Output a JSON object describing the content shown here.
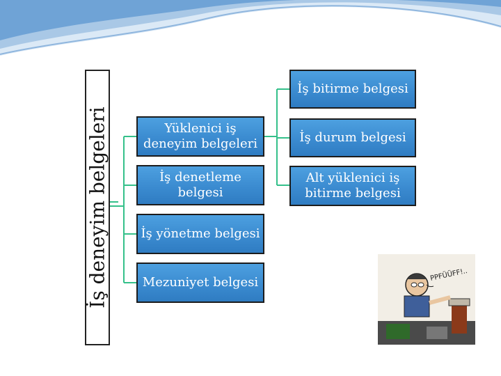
{
  "root": {
    "label": "İş deneyim belgeleri"
  },
  "level1": [
    {
      "label": "Yüklenici iş deneyim belgeleri"
    },
    {
      "label": "İş denetleme belgesi"
    },
    {
      "label": "İş yönetme belgesi"
    },
    {
      "label": "Mezuniyet belgesi"
    }
  ],
  "level2": [
    {
      "label": "İş bitirme belgesi"
    },
    {
      "label": "İş durum belgesi"
    },
    {
      "label": "Alt yüklenici iş bitirme belgesi"
    }
  ],
  "cartoon": {
    "speech": "PPFÜÜFF!.."
  },
  "colors": {
    "node_fill": "#3b8bd0",
    "connector": "#34c08a",
    "border": "#1c1c1c"
  }
}
